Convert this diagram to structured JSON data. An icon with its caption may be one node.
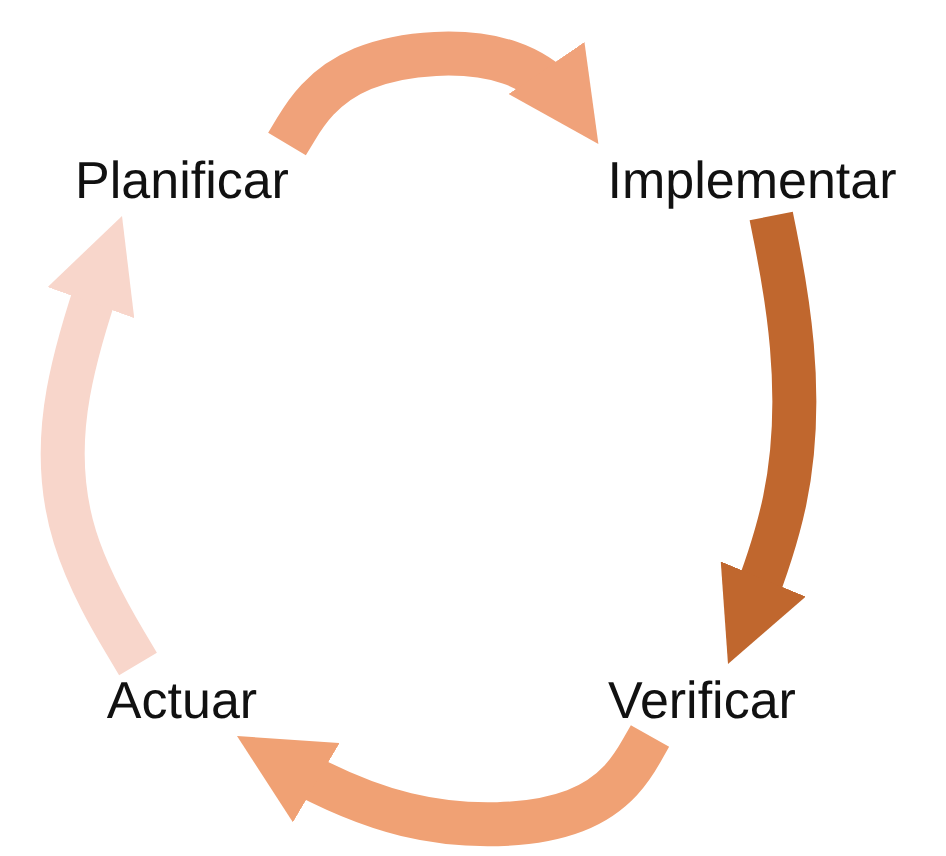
{
  "diagram": {
    "nodes": [
      {
        "text": [
          "Planificar"
        ]
      },
      {
        "text": [
          "Implementar"
        ]
      },
      {
        "text": [
          "Verificar"
        ]
      },
      {
        "text": [
          "Actuar"
        ]
      }
    ],
    "edges": [
      {
        "from": 0,
        "to": 1,
        "arrow": "to",
        "color": "#f0a27a"
      },
      {
        "from": 1,
        "to": 2,
        "arrow": "to",
        "color": "#c0672e"
      },
      {
        "from": 2,
        "to": 3,
        "arrow": "to",
        "color": "#f0a174"
      },
      {
        "from": 3,
        "to": 0,
        "arrow": "to",
        "color": "#f8d6cb"
      }
    ]
  }
}
